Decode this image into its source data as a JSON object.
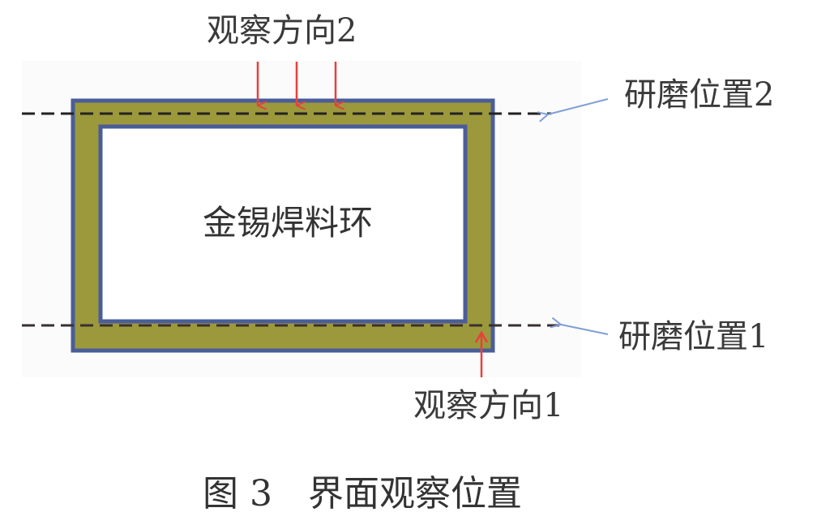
{
  "figure": {
    "caption_prefix": "图 3",
    "caption_title": "界面观察位置",
    "ring_label": "金锡焊料环",
    "labels": {
      "observe_dir_2": "观察方向2",
      "observe_dir_1": "观察方向1",
      "grind_pos_2": "研磨位置2",
      "grind_pos_1": "研磨位置1"
    },
    "colors": {
      "ring_fill": "#9c983c",
      "ring_border": "#4a5d9a",
      "observe_arrow": "#e8403c",
      "pointer_arrow": "#7f9fd6",
      "dashed_line": "#222222",
      "background_panel": "#fbfbfb"
    }
  }
}
